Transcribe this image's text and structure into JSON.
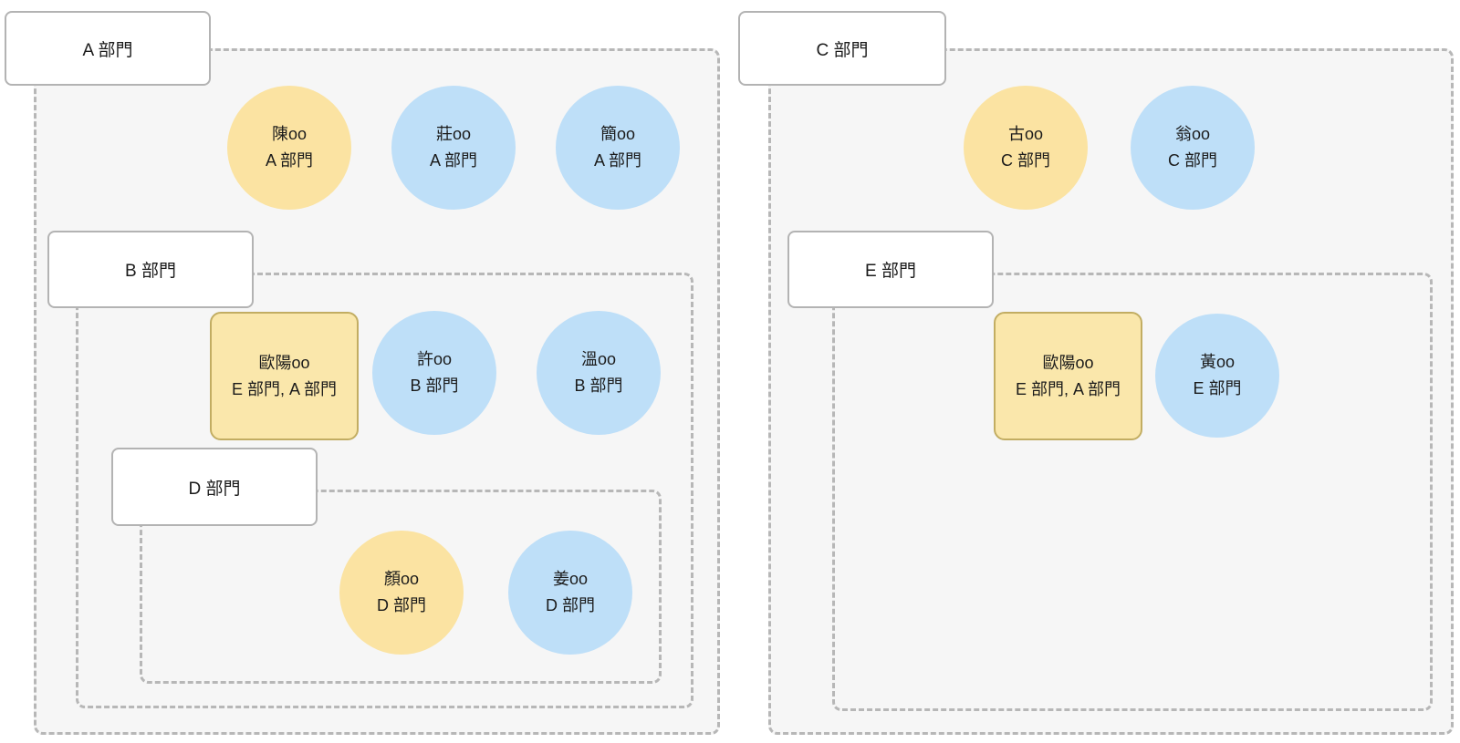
{
  "diagram": {
    "kind": "nested-department-membership-diagram",
    "colors": {
      "container_fill": "#f6f6f6",
      "container_border": "#b7b7b7",
      "label_bg": "#ffffff",
      "label_border": "#b3b3b3",
      "member_yellow": "#fbe3a2",
      "member_blue": "#bedff8",
      "multi_fill": "#fae7ab",
      "multi_border": "#c2ad62",
      "text": "#1b1b1b"
    },
    "departments": [
      {
        "label": "A 部門",
        "members": [
          {
            "name": "陳oo",
            "dept": "A 部門",
            "variant": "yellow-circle"
          },
          {
            "name": "莊oo",
            "dept": "A 部門",
            "variant": "blue-circle"
          },
          {
            "name": "簡oo",
            "dept": "A 部門",
            "variant": "blue-circle"
          }
        ],
        "children": [
          {
            "label": "B 部門",
            "members": [
              {
                "name": "歐陽oo",
                "dept": "E 部門, A 部門",
                "variant": "yellow-square"
              },
              {
                "name": "許oo",
                "dept": "B 部門",
                "variant": "blue-circle"
              },
              {
                "name": "溫oo",
                "dept": "B 部門",
                "variant": "blue-circle"
              }
            ],
            "children": [
              {
                "label": "D 部門",
                "members": [
                  {
                    "name": "顏oo",
                    "dept": "D 部門",
                    "variant": "yellow-circle"
                  },
                  {
                    "name": "姜oo",
                    "dept": "D 部門",
                    "variant": "blue-circle"
                  }
                ],
                "children": []
              }
            ]
          }
        ]
      },
      {
        "label": "C 部門",
        "members": [
          {
            "name": "古oo",
            "dept": "C 部門",
            "variant": "yellow-circle"
          },
          {
            "name": "翁oo",
            "dept": "C 部門",
            "variant": "blue-circle"
          }
        ],
        "children": [
          {
            "label": "E 部門",
            "members": [
              {
                "name": "歐陽oo",
                "dept": "E 部門, A 部門",
                "variant": "yellow-square"
              },
              {
                "name": "黃oo",
                "dept": "E 部門",
                "variant": "blue-circle"
              }
            ],
            "children": []
          }
        ]
      }
    ]
  }
}
